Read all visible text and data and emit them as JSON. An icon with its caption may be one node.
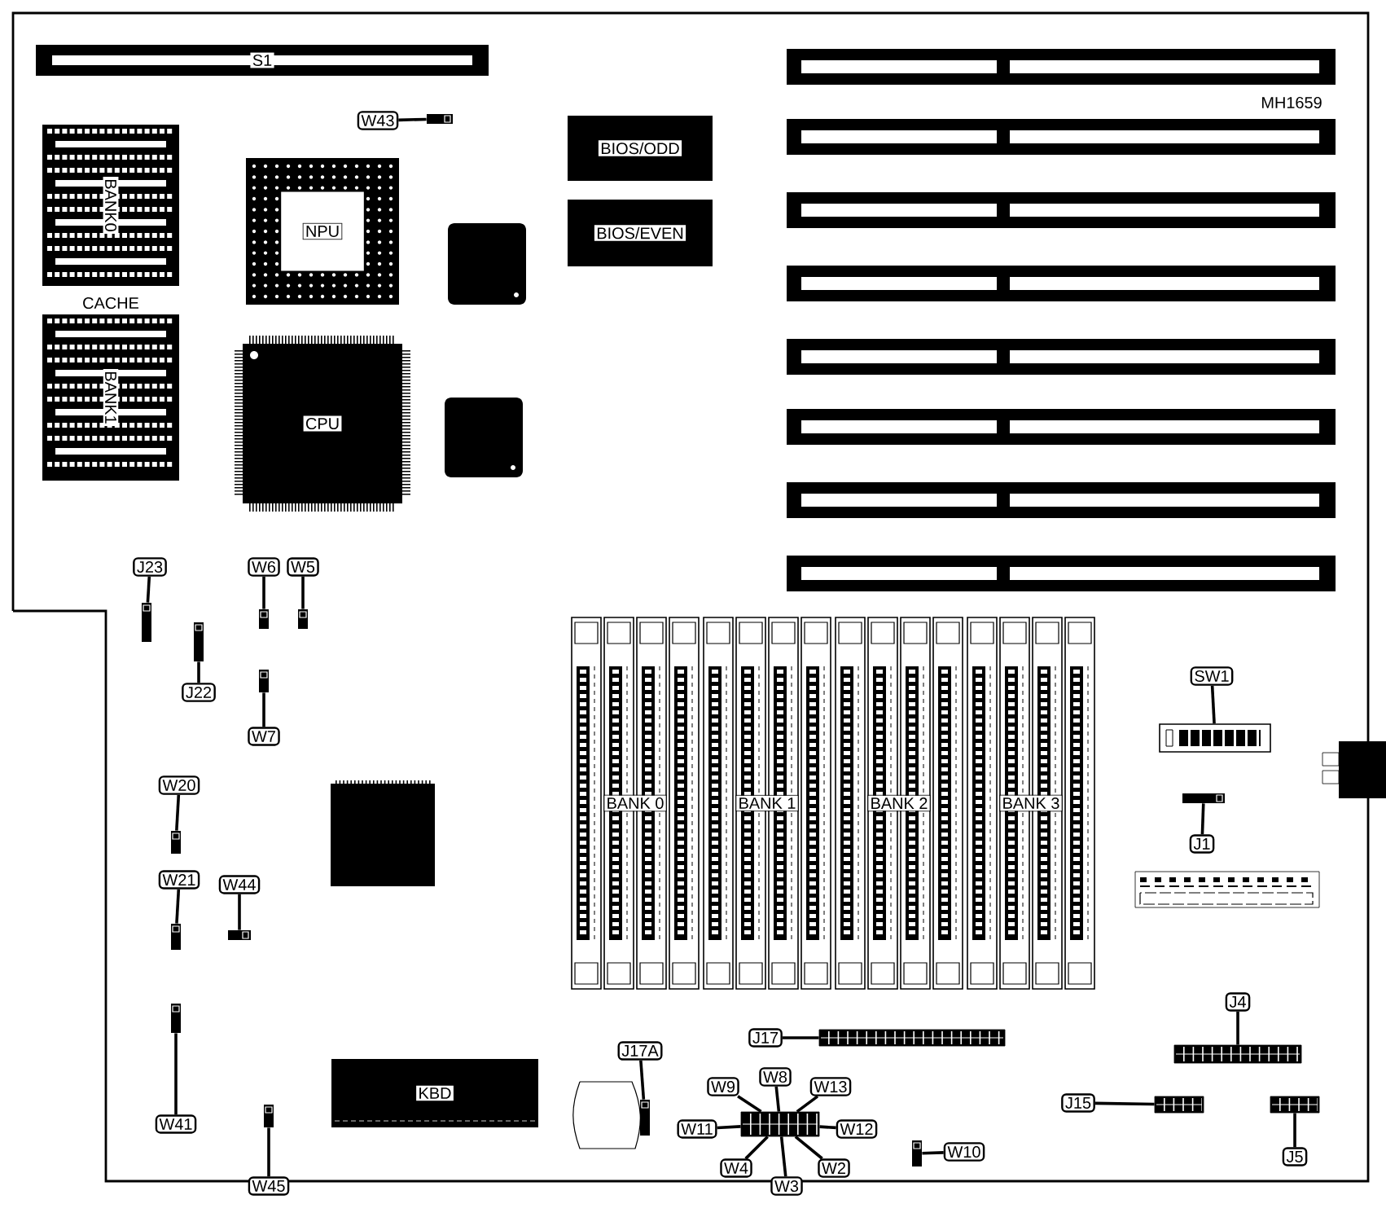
{
  "diagram": {
    "nodes": [
      {
        "text": [
          "S1"
        ]
      },
      {
        "text": [
          "W43"
        ]
      },
      {
        "text": [],
        "shape": "box"
      },
      {
        "text": [
          "BIOS/ODD"
        ]
      },
      {
        "text": [
          "BIOS/EVEN"
        ]
      },
      {
        "text": [
          "BANK0"
        ]
      },
      {
        "text": [
          "NPU"
        ]
      },
      {
        "text": [
          "BANK1"
        ]
      },
      {
        "text": [
          "CPU"
        ]
      },
      {
        "text": [
          "J23"
        ]
      },
      {
        "text": [],
        "shape": "box"
      },
      {
        "text": [
          "W6"
        ]
      },
      {
        "text": [],
        "shape": "box"
      },
      {
        "text": [
          "W5"
        ]
      },
      {
        "text": [],
        "shape": "box"
      },
      {
        "text": [
          "J22"
        ]
      },
      {
        "text": [],
        "shape": "box"
      },
      {
        "text": [
          "W7"
        ]
      },
      {
        "text": [],
        "shape": "box"
      },
      {
        "text": [
          "SW1"
        ]
      },
      {
        "text": [],
        "shape": "box"
      },
      {
        "text": [
          "BANK 0"
        ]
      },
      {
        "text": [
          "BANK 1"
        ]
      },
      {
        "text": [
          "BANK 2"
        ]
      },
      {
        "text": [
          "BANK 3"
        ]
      },
      {
        "text": [
          "J1"
        ]
      },
      {
        "text": [],
        "shape": "box"
      },
      {
        "text": [
          "W20"
        ]
      },
      {
        "text": [],
        "shape": "box"
      },
      {
        "text": [
          "W21"
        ]
      },
      {
        "text": [],
        "shape": "box"
      },
      {
        "text": [
          "W44"
        ]
      },
      {
        "text": [],
        "shape": "box"
      },
      {
        "text": [
          "J4"
        ]
      },
      {
        "text": [],
        "shape": "box"
      },
      {
        "text": [
          "J17"
        ]
      },
      {
        "text": [],
        "shape": "box"
      },
      {
        "text": [
          "J17A"
        ]
      },
      {
        "text": [],
        "shape": "box"
      },
      {
        "text": [
          "W41"
        ]
      },
      {
        "text": [],
        "shape": "box"
      },
      {
        "text": [
          "KBD"
        ]
      },
      {
        "text": [
          "W9"
        ]
      },
      {
        "text": [
          "W8"
        ]
      },
      {
        "text": [
          "W13"
        ]
      },
      {
        "text": [
          "W11"
        ]
      },
      {
        "text": [
          "W12"
        ]
      },
      {
        "text": [],
        "shape": "box"
      },
      {
        "text": [
          "W4"
        ]
      },
      {
        "text": [
          "W3"
        ]
      },
      {
        "text": [
          "W2"
        ]
      },
      {
        "text": [
          "W10"
        ]
      },
      {
        "text": [],
        "shape": "box"
      },
      {
        "text": [
          "J15"
        ]
      },
      {
        "text": [],
        "shape": "box"
      },
      {
        "text": [
          "J5"
        ]
      },
      {
        "text": [],
        "shape": "box"
      },
      {
        "text": [
          "W45"
        ]
      },
      {
        "text": [],
        "shape": "box"
      }
    ],
    "edges": [
      {
        "from": 1,
        "to": 2,
        "arrow": "none"
      },
      {
        "from": 9,
        "to": 10,
        "arrow": "none"
      },
      {
        "from": 11,
        "to": 12,
        "arrow": "none"
      },
      {
        "from": 13,
        "to": 14,
        "arrow": "none"
      },
      {
        "from": 15,
        "to": 16,
        "arrow": "none"
      },
      {
        "from": 17,
        "to": 18,
        "arrow": "none"
      },
      {
        "from": 19,
        "to": 20,
        "arrow": "none"
      },
      {
        "from": 25,
        "to": 26,
        "arrow": "none"
      },
      {
        "from": 27,
        "to": 28,
        "arrow": "none"
      },
      {
        "from": 29,
        "to": 30,
        "arrow": "none"
      },
      {
        "from": 31,
        "to": 32,
        "arrow": "none"
      },
      {
        "from": 33,
        "to": 34,
        "arrow": "none"
      },
      {
        "from": 35,
        "to": 36,
        "arrow": "none"
      },
      {
        "from": 37,
        "to": 38,
        "arrow": "none"
      },
      {
        "from": 39,
        "to": 40,
        "arrow": "none"
      },
      {
        "from": 42,
        "to": 47,
        "arrow": "none"
      },
      {
        "from": 43,
        "to": 47,
        "arrow": "none"
      },
      {
        "from": 44,
        "to": 47,
        "arrow": "none"
      },
      {
        "from": 45,
        "to": 47,
        "arrow": "none"
      },
      {
        "from": 46,
        "to": 47,
        "arrow": "none"
      },
      {
        "from": 48,
        "to": 47,
        "arrow": "none"
      },
      {
        "from": 49,
        "to": 47,
        "arrow": "none"
      },
      {
        "from": 50,
        "to": 47,
        "arrow": "none"
      },
      {
        "from": 51,
        "to": 52,
        "arrow": "none"
      },
      {
        "from": 53,
        "to": 54,
        "arrow": "none"
      },
      {
        "from": 55,
        "to": 56,
        "arrow": "none"
      },
      {
        "from": 57,
        "to": 58,
        "arrow": "none"
      }
    ],
    "labels": [
      "CACHE",
      "MH1659"
    ]
  }
}
